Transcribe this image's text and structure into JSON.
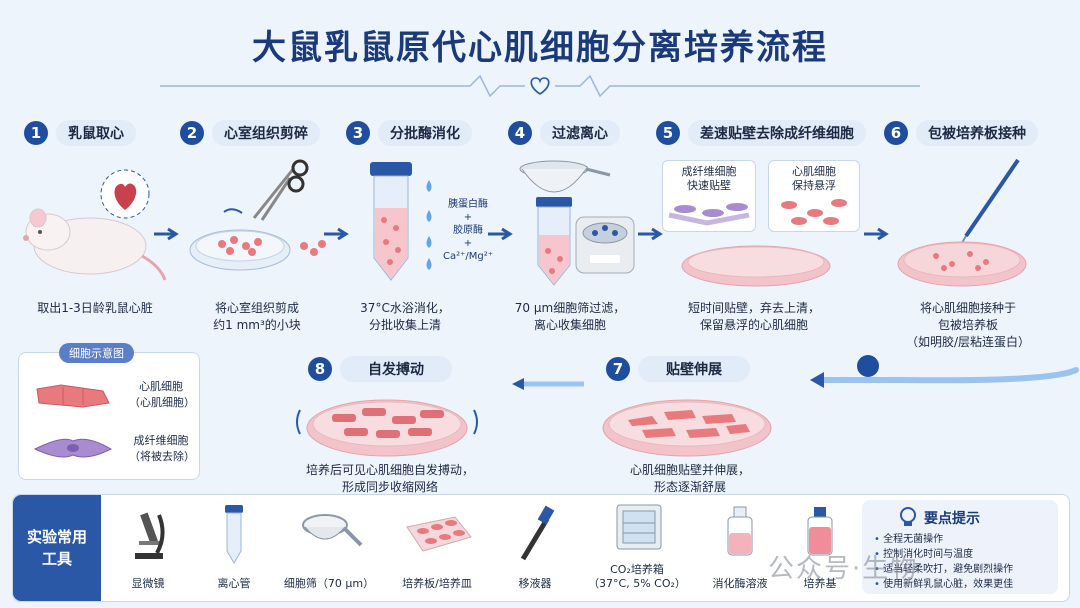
{
  "title": "大鼠乳鼠原代心肌细胞分离培养流程",
  "steps": [
    {
      "num": "1",
      "label": "乳鼠取心",
      "caption": [
        "取出1-3日龄乳鼠心脏"
      ]
    },
    {
      "num": "2",
      "label": "心室组织剪碎",
      "caption": [
        "将心室组织剪成",
        "约1 mm³的小块"
      ]
    },
    {
      "num": "3",
      "label": "分批酶消化",
      "caption": [
        "37°C水浴消化，",
        "分批收集上清"
      ]
    },
    {
      "num": "4",
      "label": "过滤离心",
      "caption": [
        "70 μm细胞筛过滤，",
        "离心收集细胞"
      ]
    },
    {
      "num": "5",
      "label": "差速贴壁去除成纤维细胞",
      "caption": [
        "短时间贴壁，弃去上清，",
        "保留悬浮的心肌细胞"
      ]
    },
    {
      "num": "6",
      "label": "包被培养板接种",
      "caption": [
        "将心肌细胞接种于",
        "包被培养板",
        "（如明胶/层粘连蛋白）"
      ]
    },
    {
      "num": "7",
      "label": "贴壁伸展",
      "caption": [
        "心肌细胞贴壁并伸展，",
        "形态逐渐舒展"
      ]
    },
    {
      "num": "8",
      "label": "自发搏动",
      "caption": [
        "培养后可见心肌细胞自发搏动，",
        "形成同步收缩网络"
      ]
    }
  ],
  "enzymes": [
    "胰蛋白酶",
    "+",
    "胶原酶",
    "+",
    "Ca²⁺/Mg²⁺"
  ],
  "step5_boxes": [
    {
      "line1": "成纤维细胞",
      "line2": "快速贴壁"
    },
    {
      "line1": "心肌细胞",
      "line2": "保持悬浮"
    }
  ],
  "legend": {
    "title": "细胞示意图",
    "items": [
      {
        "line1": "心肌细胞",
        "line2": "（心肌细胞）",
        "color": "#e8797d"
      },
      {
        "line1": "成纤维细胞",
        "line2": "（将被去除）",
        "color": "#a98ccf"
      }
    ]
  },
  "tools": {
    "label": "实验常用工具",
    "items": [
      {
        "name": "显微镜",
        "sub": ""
      },
      {
        "name": "离心管",
        "sub": ""
      },
      {
        "name": "细胞筛（70 μm）",
        "sub": ""
      },
      {
        "name": "培养板/培养皿",
        "sub": ""
      },
      {
        "name": "移液器",
        "sub": ""
      },
      {
        "name": "CO₂培养箱",
        "sub": "（37°C, 5% CO₂）"
      },
      {
        "name": "消化酶溶液",
        "sub": ""
      },
      {
        "name": "培养基",
        "sub": ""
      }
    ]
  },
  "tips": {
    "title": "要点提示",
    "items": [
      "全程无菌操作",
      "控制消化时间与温度",
      "适当轻柔吹打，避免剧烈操作",
      "使用新鲜乳鼠心脏，效果更佳"
    ]
  },
  "watermark": "公众号·生物",
  "colors": {
    "accent": "#1f4e9e",
    "cell_pink": "#e8797d",
    "fibro_purple": "#a98ccf"
  }
}
